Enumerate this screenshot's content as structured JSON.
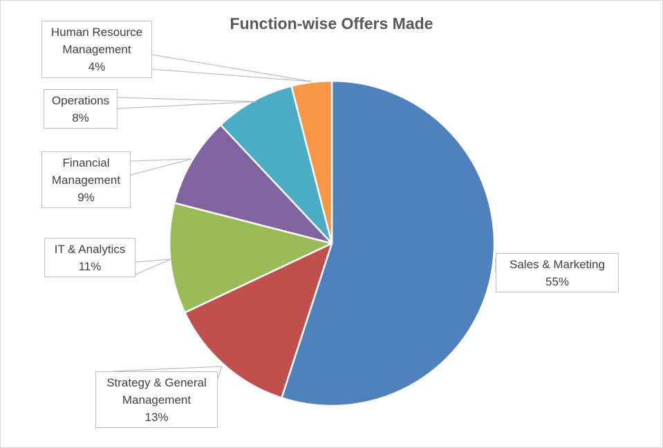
{
  "chart_data": {
    "type": "pie",
    "title": "Function-wise Offers Made",
    "slices": [
      {
        "label": "Sales & Marketing",
        "pct": "55%",
        "value": 55,
        "color": "#4f81bd"
      },
      {
        "label": "Strategy & General Management",
        "pct": "13%",
        "value": 13,
        "color": "#c0504d"
      },
      {
        "label": "IT & Analytics",
        "pct": "11%",
        "value": 11,
        "color": "#9bbb59"
      },
      {
        "label": "Financial Management",
        "pct": "9%",
        "value": 9,
        "color": "#8064a2"
      },
      {
        "label": "Operations",
        "pct": "8%",
        "value": 8,
        "color": "#4bacc6"
      },
      {
        "label": "Human Resource Management",
        "pct": "4%",
        "value": 4,
        "color": "#f79646"
      }
    ]
  }
}
